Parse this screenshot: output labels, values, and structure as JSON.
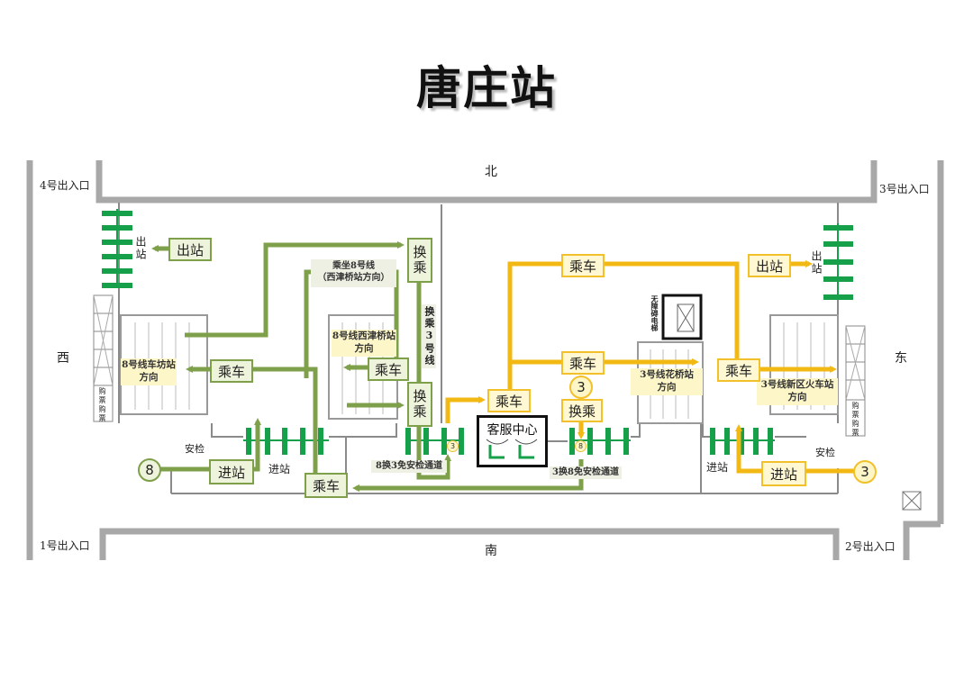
{
  "station": {
    "name": "唐庄站"
  },
  "compass": {
    "north": "北",
    "south": "南",
    "west": "西",
    "east": "东"
  },
  "entrances": [
    {
      "id": "exit-4",
      "label": "4号出入口"
    },
    {
      "id": "exit-3",
      "label": "3号出入口"
    },
    {
      "id": "exit-1",
      "label": "1号出入口"
    },
    {
      "id": "exit-2",
      "label": "2号出入口"
    }
  ],
  "signs": {
    "exit_west": "出站",
    "exit_east": "出站",
    "exit_gate_west": "出站",
    "exit_gate_east": "出站",
    "transfer_top": "换乘",
    "transfer_mid": "换乘",
    "transfer_right": "换乘",
    "transfer_3_vertical": "换乘3号线",
    "board_8_west": "乘车",
    "board_8_mid": "乘车",
    "board_8_bottom": "乘车",
    "board_3_center": "乘车",
    "board_3_top": "乘车",
    "board_3_mid": "乘车",
    "board_3_east": "乘车",
    "enter_west": "进站",
    "enter_east": "进站",
    "enter_gate_west": "进站",
    "enter_gate_east": "进站",
    "customer_service": "客服中心",
    "security_west": "安检",
    "security_east": "安检",
    "ticket_1": "购票",
    "ticket_2": "购票",
    "ticket_3": "购票",
    "ticket_4": "购票",
    "elevator": "无障碍电梯"
  },
  "notes": {
    "take_line8_1": "乘坐8号线",
    "take_line8_2": "（西津桥站方向）",
    "transfer_8to3": "8换3免安检通道",
    "transfer_3to8": "3换8免安检通道"
  },
  "directions": {
    "line8_chefang_1": "8号线车坊站",
    "line8_chefang_2": "方向",
    "line8_xijinqiao_1": "8号线西津桥站",
    "line8_xijinqiao_2": "方向",
    "line3_huaqiao_1": "3号线花桥站",
    "line3_huaqiao_2": "方向",
    "line3_xinqu_1": "3号线新区火车站",
    "line3_xinqu_2": "方向"
  },
  "line_badges": {
    "line8": "8",
    "line3": "3",
    "gate_3": "3",
    "gate_8": "8",
    "transfer_3": "3"
  },
  "colors": {
    "line8": "#7ea04a",
    "line3": "#f2b915",
    "gate": "#17a04a",
    "wall": "#a8a8a8"
  }
}
